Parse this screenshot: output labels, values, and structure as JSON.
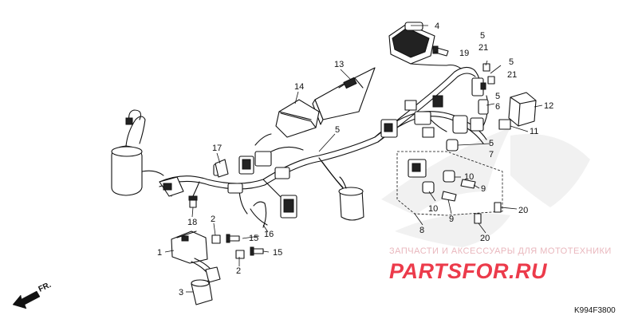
{
  "callouts": {
    "c1": "1",
    "c2a": "2",
    "c2b": "2",
    "c3": "3",
    "c4": "4",
    "c5a": "5",
    "c5b": "5",
    "c5c": "5",
    "c5d": "5",
    "c5e": "5",
    "c6": "6",
    "c7": "7",
    "c8": "8",
    "c9a": "9",
    "c9b": "9",
    "c9c": "9",
    "c10a": "10",
    "c10b": "10",
    "c11": "11",
    "c12": "12",
    "c13": "13",
    "c14": "14",
    "c15a": "15",
    "c15b": "15",
    "c16": "16",
    "c17": "17",
    "c18": "18",
    "c19": "19",
    "c20a": "20",
    "c20b": "20",
    "c21a": "21",
    "c21b": "21"
  },
  "watermark": {
    "top_text": "ЗАПЧАСТИ И АКСЕССУАРЫ ДЛЯ МОТОТЕХНИКИ",
    "brand_text": "PARTSFOR.RU"
  },
  "direction_label": "FR.",
  "diagram_code": "K994F3800"
}
